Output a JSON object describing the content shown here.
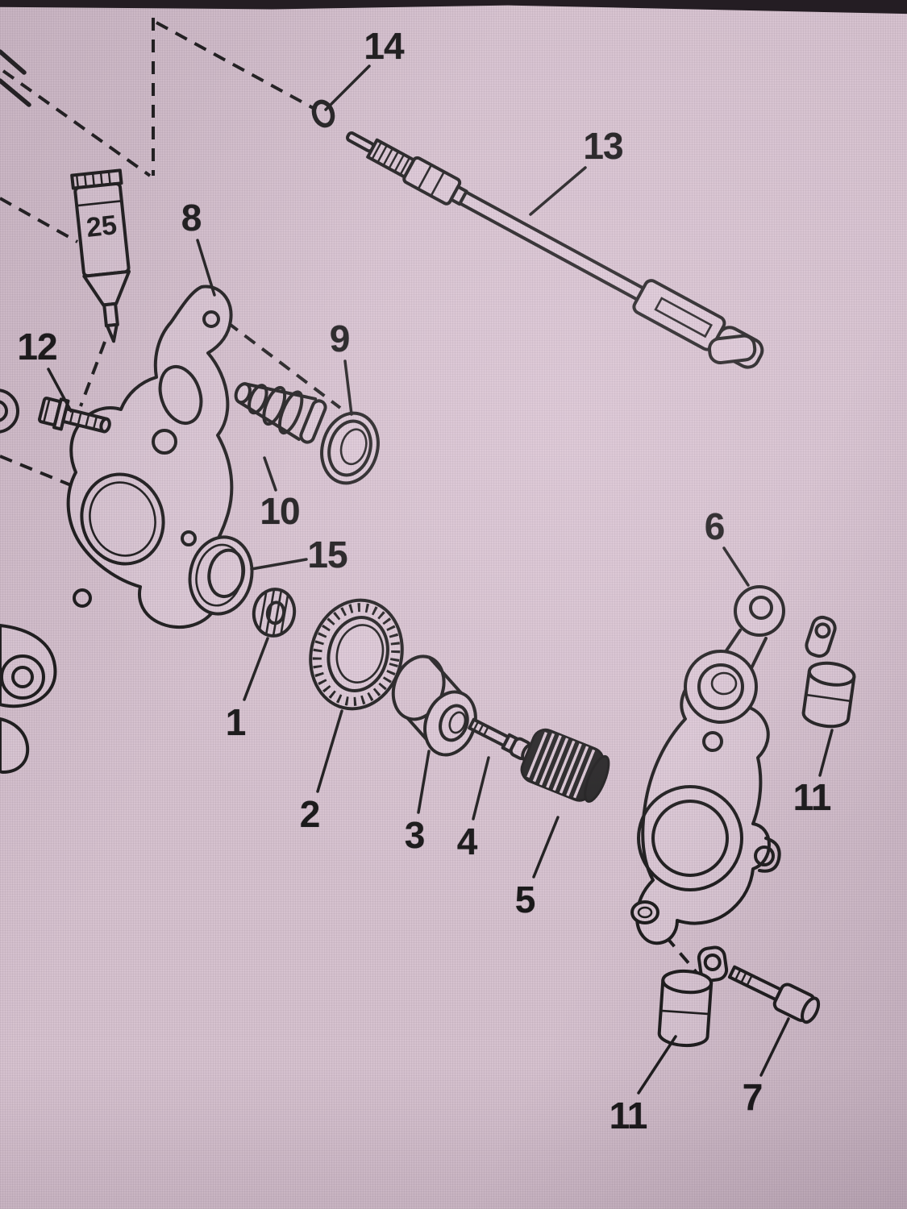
{
  "screen": {
    "background_color": "#d6c2cf",
    "surface_tint": "#dbc8d5",
    "line_color": "#1d1d1d",
    "label_color": "#171717",
    "dark_part_color": "#242424"
  },
  "diagram": {
    "type": "exploded-parts-diagram",
    "subject": "Exploded mechanical parts diagram with numbered callouts",
    "tube": {
      "label": "25"
    },
    "callouts": [
      {
        "id": "14",
        "label": "14"
      },
      {
        "id": "13",
        "label": "13"
      },
      {
        "id": "8",
        "label": "8"
      },
      {
        "id": "12",
        "label": "12"
      },
      {
        "id": "9",
        "label": "9"
      },
      {
        "id": "10",
        "label": "10"
      },
      {
        "id": "15",
        "label": "15"
      },
      {
        "id": "1",
        "label": "1"
      },
      {
        "id": "2",
        "label": "2"
      },
      {
        "id": "3",
        "label": "3"
      },
      {
        "id": "4",
        "label": "4"
      },
      {
        "id": "5",
        "label": "5"
      },
      {
        "id": "6",
        "label": "6"
      },
      {
        "id": "11-right",
        "label": "11"
      },
      {
        "id": "11-bottom",
        "label": "11"
      },
      {
        "id": "7",
        "label": "7"
      }
    ]
  }
}
